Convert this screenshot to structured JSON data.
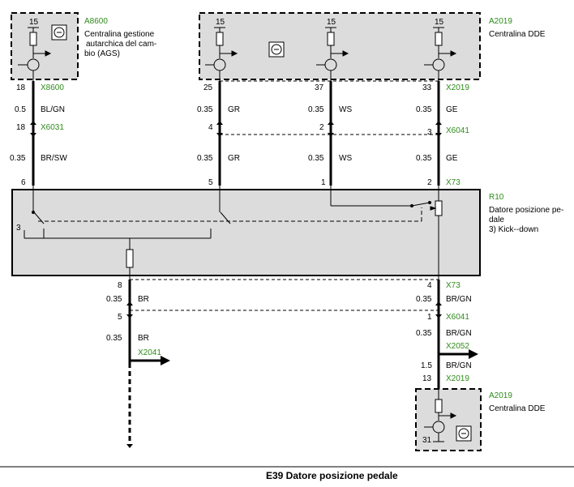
{
  "modules": {
    "a8600": {
      "code": "A8600",
      "name_lines": [
        "Centralina gestione",
        "autarchica del cam-",
        "bio (AGS)"
      ],
      "pin_top": "15"
    },
    "a2019_top": {
      "code": "A2019",
      "name": "Centralina DDE",
      "pins_top": [
        "15",
        "15",
        "15"
      ]
    },
    "r10": {
      "code": "R10",
      "name_lines": [
        "Datore posizione pe-",
        "dale",
        "3) Kick--down"
      ],
      "side_pin": "3"
    },
    "a2019_bottom": {
      "code": "A2019",
      "name": "Centralina DDE",
      "pin_bottom": "31"
    }
  },
  "connectors": {
    "x8600": "X8600",
    "x2019": "X2019",
    "x6031": "X6031",
    "x6041": "X6041",
    "x73": "X73",
    "x2052": "X2052",
    "x2041": "X2041"
  },
  "wires_top": [
    {
      "pin_a": "18",
      "size_a": "0.5",
      "color_a": "BL/GN",
      "pin_b": "18",
      "size_b": "0.35",
      "color_b": "BR/SW",
      "pin_c": "6"
    },
    {
      "pin_a": "25",
      "size_a": "0.35",
      "color_a": "GR",
      "pin_b": "4",
      "size_b": "0.35",
      "color_b": "GR",
      "pin_c": "5"
    },
    {
      "pin_a": "37",
      "size_a": "0.35",
      "color_a": "WS",
      "pin_b": "2",
      "size_b": "0.35",
      "color_b": "WS",
      "pin_c": "1"
    },
    {
      "pin_a": "33",
      "size_a": "0.35",
      "color_a": "GE",
      "pin_b": "3",
      "size_b": "0.35",
      "color_b": "GE",
      "pin_c": "2"
    }
  ],
  "wires_bottom_left": {
    "pin_a": "8",
    "size_a": "0.35",
    "color_a": "BR",
    "pin_b": "5",
    "size_b": "0.35",
    "color_b": "BR"
  },
  "wires_bottom_right": {
    "pin_a": "4",
    "size_a": "0.35",
    "color_a": "BR/GN",
    "pin_b": "1",
    "size_b": "0.35",
    "color_b": "BR/GN",
    "size_c": "1.5",
    "color_c": "BR/GN",
    "pin_c": "13"
  },
  "footer": {
    "title": "E39 Datore posizione pedale"
  }
}
